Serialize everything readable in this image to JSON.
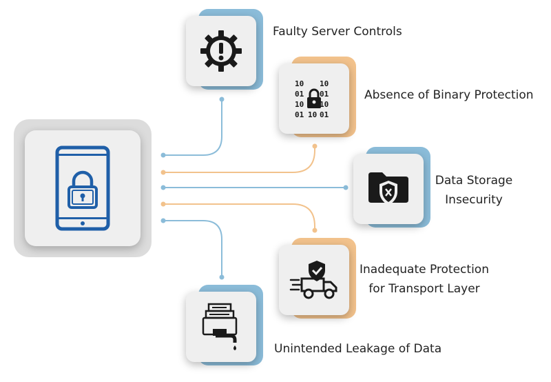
{
  "colors": {
    "blue": "#8bbcd9",
    "orange": "#f2c28c",
    "icon": "#1a1a1a",
    "phone": "#1f5fa8"
  },
  "center_icon": "mobile-lock-icon",
  "items": [
    {
      "label": "Faulty Server Controls",
      "icon": "warning-gear-icon",
      "accent": "blue"
    },
    {
      "label": "Absence of Binary Protection",
      "icon": "binary-lock-icon",
      "accent": "orange"
    },
    {
      "label_line1": "Data Storage",
      "label_line2": "Insecurity",
      "icon": "shield-folder-icon",
      "accent": "blue"
    },
    {
      "label_line1": "Inadequate Protection",
      "label_line2": "for Transport Layer",
      "icon": "secure-truck-icon",
      "accent": "orange"
    },
    {
      "label": "Unintended Leakage of Data",
      "icon": "leaking-server-icon",
      "accent": "blue"
    }
  ]
}
